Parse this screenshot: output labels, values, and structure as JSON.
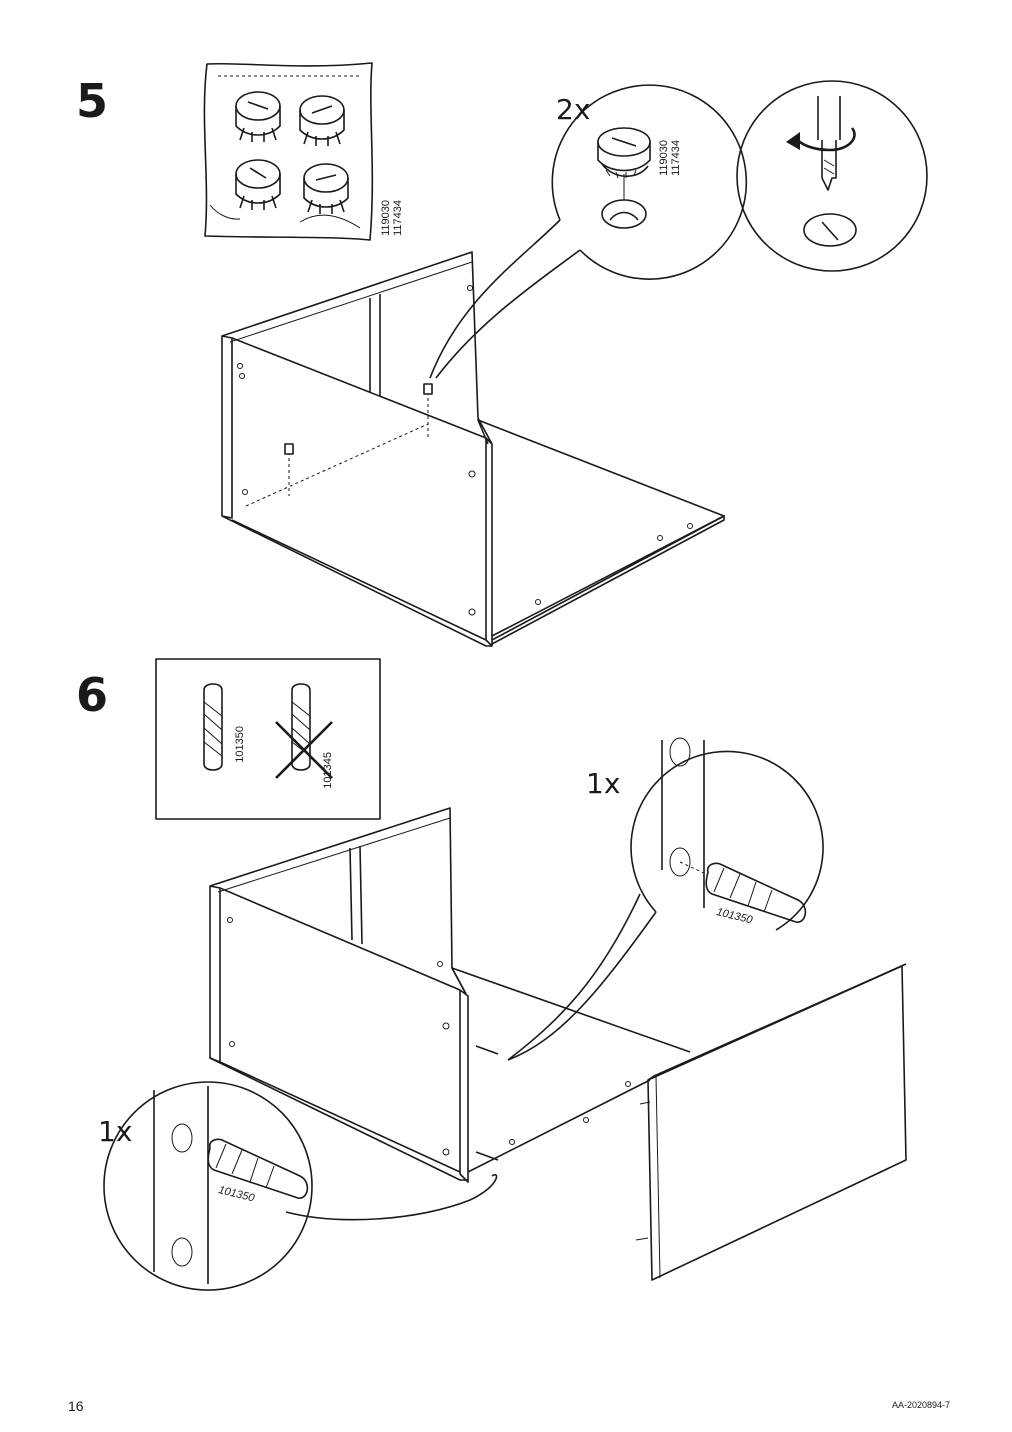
{
  "steps": [
    {
      "number": "5",
      "bag_codes": "119030\n117434",
      "detail_quantity": "2x",
      "detail_codes": "119030\n117434"
    },
    {
      "number": "6",
      "dowel_correct_code": "101350",
      "dowel_wrong_code": "101345",
      "detail_right_quantity": "1x",
      "detail_right_code": "101350",
      "detail_left_quantity": "1x",
      "detail_left_code": "101350"
    }
  ],
  "footer": {
    "page_number": "16",
    "document_id": "AA-2020894-7"
  },
  "icons": [
    "cam-lock-bag-icon",
    "cam-lock-icon",
    "screwdriver-icon",
    "rotate-arrow-icon",
    "dowel-icon",
    "wrong-dowel-cross-icon"
  ],
  "colors": {
    "ink": "#1a1a1a",
    "paper": "#ffffff"
  }
}
